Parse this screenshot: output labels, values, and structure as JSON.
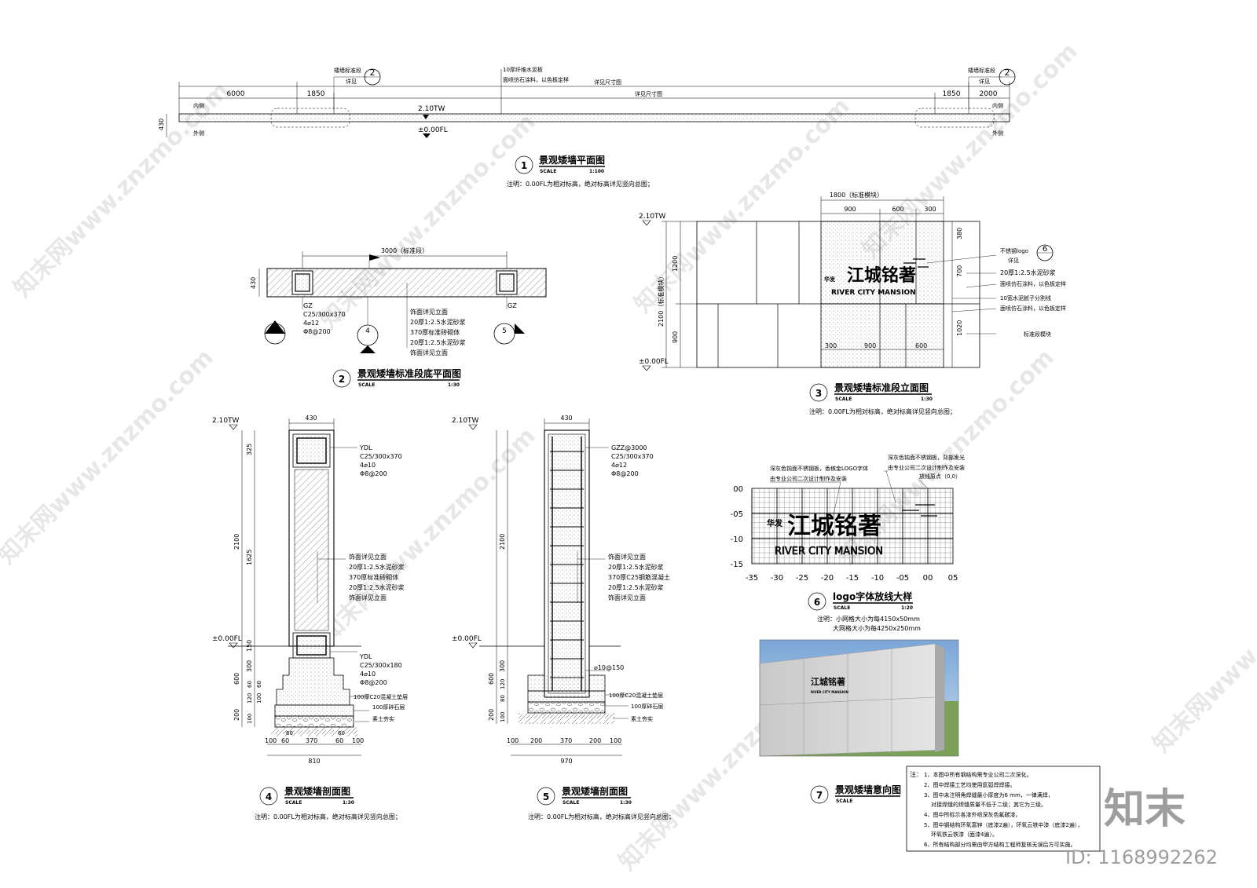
{
  "drawings": {
    "plan1": {
      "number": "1",
      "title": "景观矮墙平面图",
      "scale_label": "SCALE",
      "scale_value": "1:100",
      "note": "注明：0.00FL为相对标高，绝对标高详见竖向总图；",
      "dims": [
        "6000",
        "1850",
        "1850",
        "2000",
        "430"
      ],
      "labels": {
        "inner_left": "内侧",
        "inner_right": "内侧",
        "outer_left": "外侧",
        "outer_right": "外侧",
        "elev_top": "2.10TW",
        "elev_bottom": "±0.00FL",
        "callout_left": "矮墙标准段",
        "callout_left_ref": "详见",
        "callout_right": "矮墙标准段",
        "callout_right_ref": "详见",
        "detail_num": "2",
        "mid_callout_1": "10厚纤维水泥板",
        "mid_callout_2": "面喷仿石涂料，以色板定样",
        "mid_dim_left": "详见尺寸图",
        "mid_dim_right": "详见尺寸图"
      }
    },
    "plan2": {
      "number": "2",
      "title": "景观矮墙标准段底平面图",
      "scale_label": "SCALE",
      "scale_value": "1:30",
      "dim_top": "3000（标准段）",
      "dim_side": "430",
      "gz_left": "GZ",
      "gz_right": "GZ",
      "gz_spec": [
        "C25/300x370",
        "4⌀12",
        "Φ8@200"
      ],
      "layers": [
        "饰面详见立面",
        "20厚1:2.5水泥砂浆",
        "370厚标准砖砌体",
        "20厚1:2.5水泥砂浆",
        "饰面详见立面"
      ],
      "section_marks": [
        "3",
        "4",
        "5"
      ]
    },
    "elev3": {
      "number": "3",
      "title": "景观矮墙标准段立面图",
      "scale_label": "SCALE",
      "scale_value": "1:30",
      "note": "注明：0.00FL为相对标高，绝对标高详见竖向总图；",
      "elev_top": "2.10TW",
      "elev_bottom": "±0.00FL",
      "dim_top": "1800（标准模块）",
      "dims_top_row": [
        "900",
        "600",
        "300"
      ],
      "dims_left": [
        "1200",
        "900"
      ],
      "dim_total": "2100（标准模块）",
      "dims_right": [
        "380",
        "700",
        "1020"
      ],
      "dims_bottom": [
        "300",
        "900",
        "600"
      ],
      "logo_cn": "江城铭著",
      "logo_en": "RIVER CITY MANSION",
      "logo_mark": "华发",
      "annotations": [
        "不锈钢logo",
        "详见",
        "20厚1:2.5水泥砂浆",
        "面喷仿石涂料，以色板定样",
        "10宽水泥腻子分割线",
        "面喷仿石涂料，以色板定样",
        "标准段模块"
      ],
      "detail_ref": "6"
    },
    "sec4": {
      "number": "4",
      "title": "景观矮墙剖面图",
      "scale_label": "SCALE",
      "scale_value": "1:30",
      "note": "注明：0.00FL为相对标高，绝对标高详见竖向总图；",
      "elev_top": "2.10TW",
      "elev_bottom": "±0.00FL",
      "dim_width": "430",
      "dims_left": [
        "325",
        "1625",
        "150",
        "300",
        "60",
        "60",
        "120",
        "100",
        "100"
      ],
      "dim_2100": "2100",
      "dim_600": "600",
      "dim_200": "200",
      "dims_bottom": [
        "100",
        "60",
        "370",
        "60",
        "100"
      ],
      "dims_bottom_small": [
        "60",
        "60"
      ],
      "dim_total": "810",
      "ydl_top": [
        "YDL",
        "C25/300x370",
        "4⌀10",
        "Φ8@200"
      ],
      "ydl_bottom": [
        "YDL",
        "C25/300x180",
        "4⌀10",
        "Φ8@200"
      ],
      "layers": [
        "饰面详见立面",
        "20厚1:2.5水泥砂浆",
        "370厚标准砖砌体",
        "20厚1:2.5水泥砂浆",
        "饰面详见立面"
      ],
      "base_layers": [
        "100厚C20混凝土垫层",
        "100厚碎石层",
        "素土夯实"
      ]
    },
    "sec5": {
      "number": "5",
      "title": "景观矮墙剖面图",
      "scale_label": "SCALE",
      "scale_value": "1:30",
      "note": "注明：0.00FL为相对标高，绝对标高详见竖向总图；",
      "elev_top": "2.10TW",
      "elev_bottom": "±0.00FL",
      "dim_width": "430",
      "dim_2100": "2100",
      "dims_left": [
        "300",
        "600",
        "120",
        "80",
        "200",
        "100"
      ],
      "dims_bottom": [
        "100",
        "200",
        "370",
        "200",
        "100"
      ],
      "dim_total": "970",
      "gzz": [
        "GZZ@3000",
        "C25/300x370",
        "4⌀12",
        "Φ8@200"
      ],
      "rebar_note": "⌀10@150",
      "layers": [
        "饰面详见立面",
        "20厚1:2.5水泥砂浆",
        "370厚C25钢筋混凝土",
        "20厚1:2.5水泥砂浆",
        "饰面详见立面"
      ],
      "base_layers": [
        "100厚C20混凝土垫层",
        "100厚碎石层",
        "素土夯实"
      ]
    },
    "logo6": {
      "number": "6",
      "title": "logo字体放线大样",
      "scale_label": "SCALE",
      "scale_value": "1:20",
      "notes": [
        "注明：小网格大小为每4150x50mm",
        "大网格大小为每4250x250mm"
      ],
      "callouts": [
        "深灰色钝面不锈钢板，香槟金LOGO字体",
        "由专业公司二次设计制作及安装",
        "深灰色钝面不锈钢板，背部发光",
        "由专业公司二次设计制作及安装",
        "放线原点（0,0）"
      ],
      "x_ticks": [
        "-35",
        "-30",
        "-25",
        "-20",
        "-15",
        "-10",
        "-05",
        "00",
        "05"
      ],
      "y_ticks": [
        "00",
        "-05",
        "-10",
        "-15"
      ],
      "logo_cn": "江城铭著",
      "logo_en": "RIVER CITY MANSION",
      "logo_mark": "华发"
    },
    "render7": {
      "number": "7",
      "title": "景观矮墙意向图",
      "scale_label": "SCALE",
      "logo_cn": "江城铭著",
      "logo_en": "RIVER CITY MANSION"
    }
  },
  "notes_box": {
    "prefix": "注：",
    "items": [
      "1、本图中所有钢结构需专业公司二次深化。",
      "2、图中焊接工艺均使用氩弧焊焊接。",
      "3、图中未注明角焊缝最小厚度为6 mm，一律满焊，",
      "对接焊缝的焊缝质量不低于二级；其它为三级。",
      "4、图中所标示各漆外喷深灰色氟碳漆。",
      "5、图中钢结构环氧富锌（底漆2遍），环氧云铁中漆（底漆2遍），",
      "环氧铁云铁漆（面漆4遍）。",
      "6、所有结构部分均需由甲方结构工程师复核无误后方可实施。"
    ]
  },
  "watermark": {
    "logo": "知末",
    "id": "ID: 1168992262",
    "site": "知末网www.znzmo.com"
  }
}
